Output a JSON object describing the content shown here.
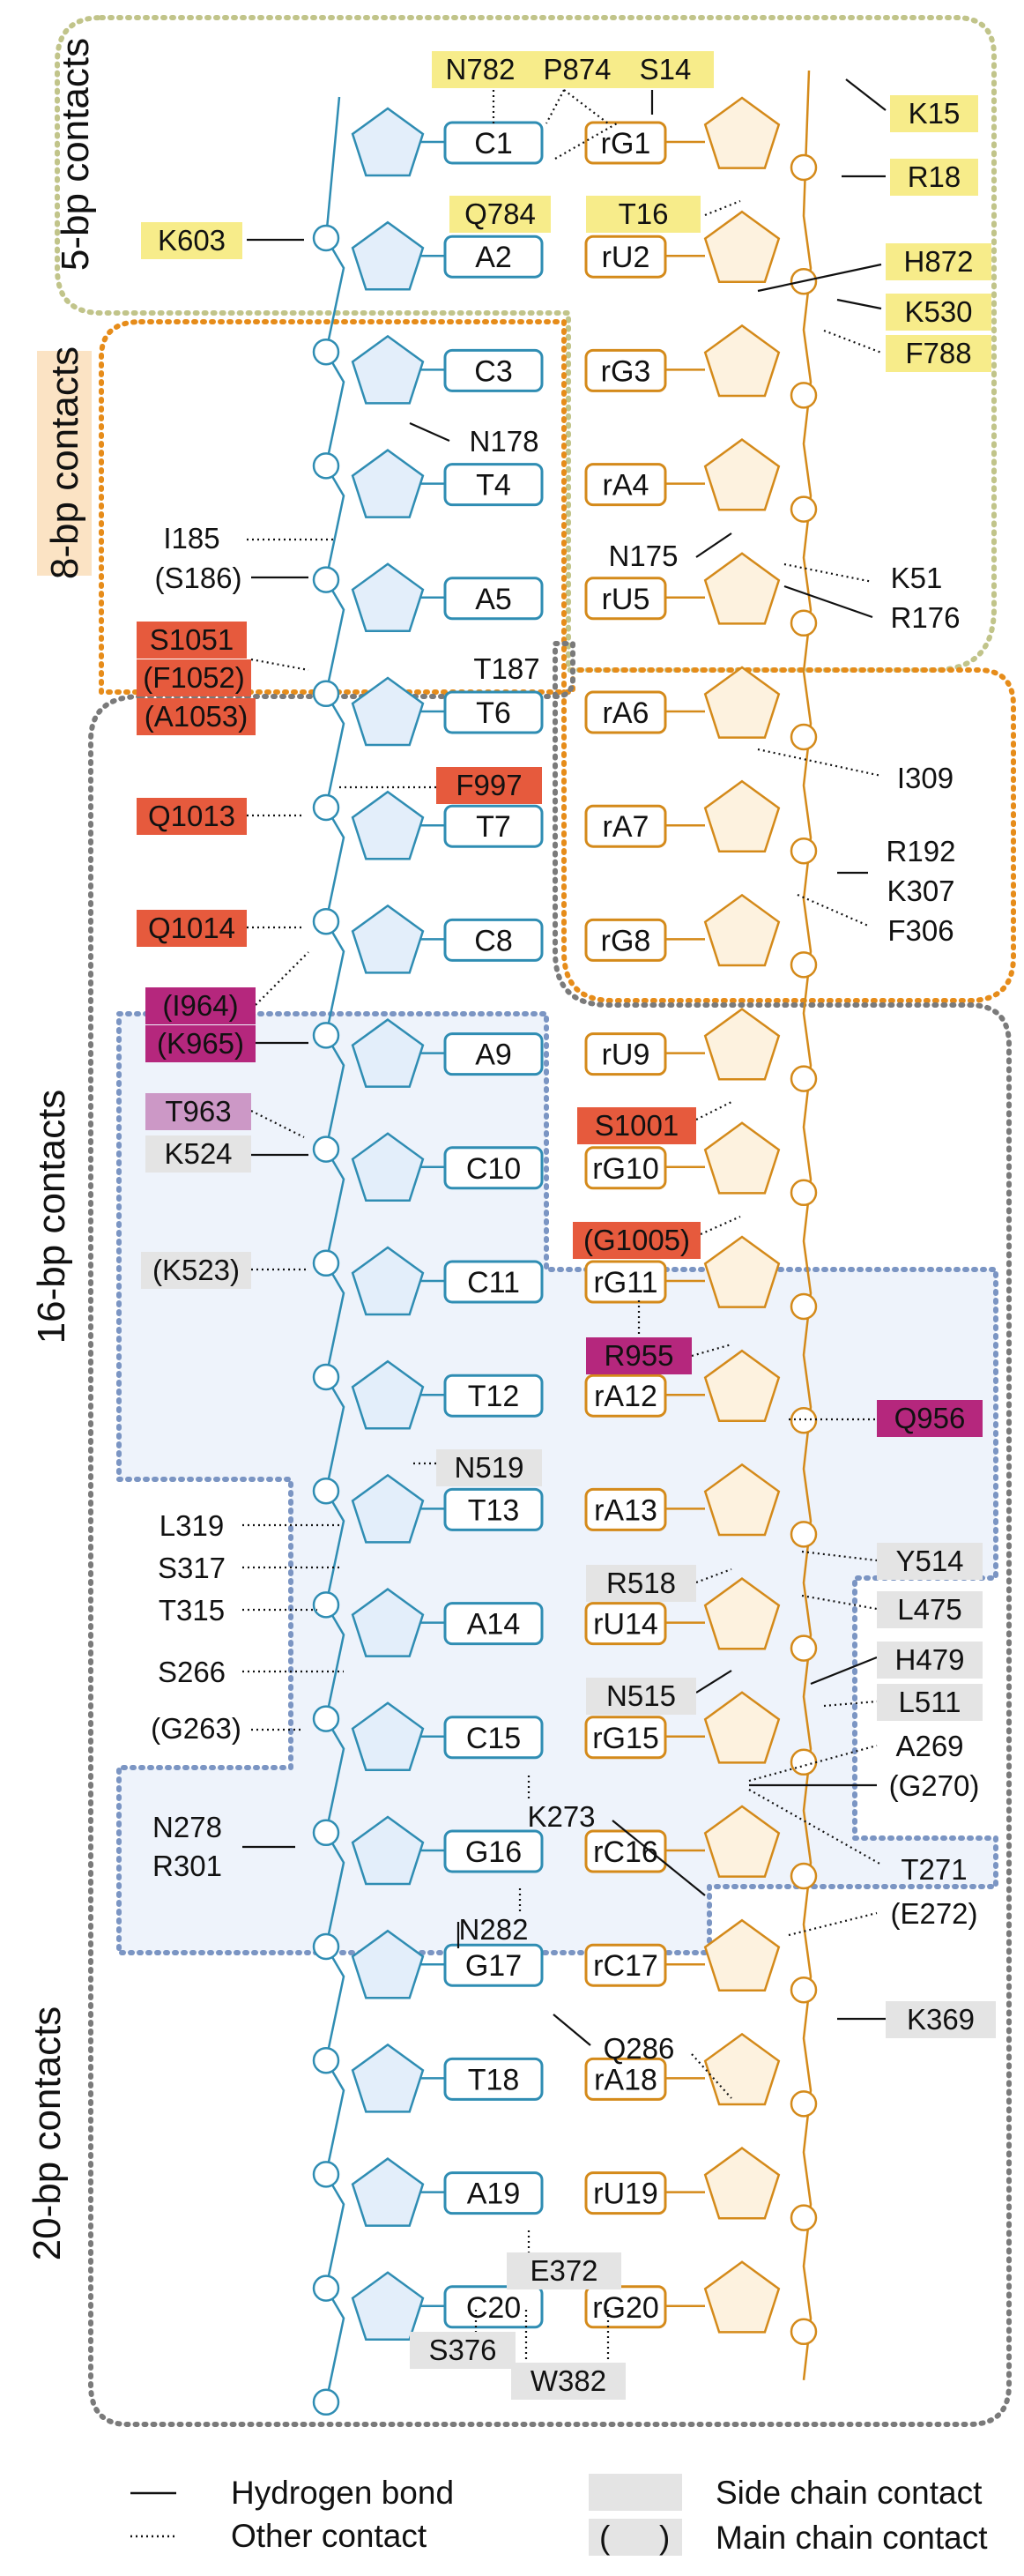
{
  "regions": {
    "bp5": "5-bp contacts",
    "bp8": "8-bp contacts",
    "bp16": "16-bp contacts",
    "bp20": "20-bp contacts"
  },
  "dna_bases": [
    "C1",
    "A2",
    "C3",
    "T4",
    "A5",
    "T6",
    "T7",
    "C8",
    "A9",
    "C10",
    "C11",
    "T12",
    "T13",
    "A14",
    "C15",
    "G16",
    "G17",
    "T18",
    "A19",
    "C20"
  ],
  "rna_bases": [
    "rG1",
    "rU2",
    "rG3",
    "rA4",
    "rU5",
    "rA6",
    "rA7",
    "rG8",
    "rU9",
    "rG10",
    "rG11",
    "rA12",
    "rA13",
    "rU14",
    "rG15",
    "rC16",
    "rC17",
    "rA18",
    "rU19",
    "rG20"
  ],
  "residues": {
    "N782": "N782",
    "P874": "P874",
    "S14": "S14",
    "K15": "K15",
    "R18": "R18",
    "Q784": "Q784",
    "T16": "T16",
    "K603": "K603",
    "H872": "H872",
    "K530": "K530",
    "F788": "F788",
    "N178": "N178",
    "I185": "I185",
    "S186": "(S186)",
    "N175": "N175",
    "K51": "K51",
    "R176": "R176",
    "S1051": "S1051",
    "F1052": "(F1052)",
    "A1053": "(A1053)",
    "T187": "T187",
    "I309": "I309",
    "F997": "F997",
    "Q1013": "Q1013",
    "R192": "R192",
    "K307": "K307",
    "F306": "F306",
    "Q1014": "Q1014",
    "I964": "(I964)",
    "K965": "(K965)",
    "T963": "T963",
    "K524": "K524",
    "S1001": "S1001",
    "K523": "(K523)",
    "G1005": "(G1005)",
    "R955": "R955",
    "Q956": "Q956",
    "N519": "N519",
    "L319": "L319",
    "S317": "S317",
    "T315": "T315",
    "Y514": "Y514",
    "R518": "R518",
    "L475": "L475",
    "S266": "S266",
    "H479": "H479",
    "N515": "N515",
    "L511": "L511",
    "G263": "(G263)",
    "A269": "A269",
    "G270": "(G270)",
    "N278": "N278",
    "K273": "K273",
    "R301": "R301",
    "T271": "T271",
    "N282": "N282",
    "E272": "(E272)",
    "K369": "K369",
    "Q286": "Q286",
    "E372": "E372",
    "S376": "S376",
    "W382": "W382"
  },
  "legend": {
    "hbond": "Hydrogen bond",
    "other": "Other contact",
    "side": "Side chain contact",
    "main_open": "(",
    "main_close": ")",
    "main": "Main chain contact"
  },
  "colors": {
    "dna_strand": "#2f8db3",
    "dna_fill": "#e3eefa",
    "rna_strand": "#d48a1a",
    "rna_fill": "#fdf2df",
    "yellow_label": "#f7ec8a",
    "gray_label": "#e4e4e4",
    "red_label": "#e65a3d",
    "magenta_label": "#b5277d",
    "pink_label": "#cc98c6",
    "contact5_border": "#c1c48a",
    "contact8_border": "#e68c1a",
    "contact16_border": "#7b95c3",
    "contact16_fill": "#eef3fb",
    "contact20_border": "#7a7a7a"
  }
}
